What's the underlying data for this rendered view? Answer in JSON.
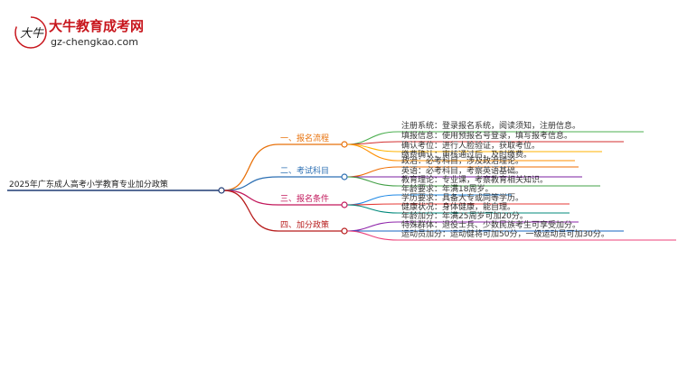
{
  "logo": {
    "title": "大牛教育成考网",
    "url": "gz-chengkao.com",
    "mark_text": "大牛"
  },
  "mindmap": {
    "root": "2025年广东成人高考小学教育专业加分政策",
    "branches": [
      {
        "label": "一、报名流程",
        "color": "#e8710a",
        "leaves": [
          {
            "text": "注册系统：登录报名系统，阅读须知，注册信息。",
            "color": "#4caf50"
          },
          {
            "text": "填报信息：使用预报名号登录，填写报考信息。",
            "color": "#d32f2f"
          },
          {
            "text": "确认考位：进行人脸验证，获取考位。",
            "color": "#ffb300"
          },
          {
            "text": "缴费确认：审核通过后，及时缴费。",
            "color": "#ff8f00"
          }
        ]
      },
      {
        "label": "二、考试科目",
        "color": "#2c6fb3",
        "leaves": [
          {
            "text": "政治：必考科目，涉及政治理论。",
            "color": "#ef6c00"
          },
          {
            "text": "英语：必考科目，考察英语基础。",
            "color": "#7b1fa2"
          },
          {
            "text": "教育理论：专业课，考察教育相关知识。",
            "color": "#43a047"
          }
        ]
      },
      {
        "label": "三、报名条件",
        "color": "#c2185b",
        "leaves": [
          {
            "text": "年龄要求：年满18周岁。",
            "color": "#1e88e5"
          },
          {
            "text": "学历要求：具备大专或同等学历。",
            "color": "#e53935"
          },
          {
            "text": "健康状况：身体健康，能自理。",
            "color": "#00897b"
          }
        ]
      },
      {
        "label": "四、加分政策",
        "color": "#b71c1c",
        "leaves": [
          {
            "text": "年龄加分：年满25周岁可加20分。",
            "color": "#8e24aa"
          },
          {
            "text": "特殊群体：退役士兵、少数民族考生可享受加分。",
            "color": "#1565c0"
          },
          {
            "text": "运动员加分：运动健将可加50分，一级运动员可加30分。",
            "color": "#ec407a"
          }
        ]
      }
    ]
  }
}
